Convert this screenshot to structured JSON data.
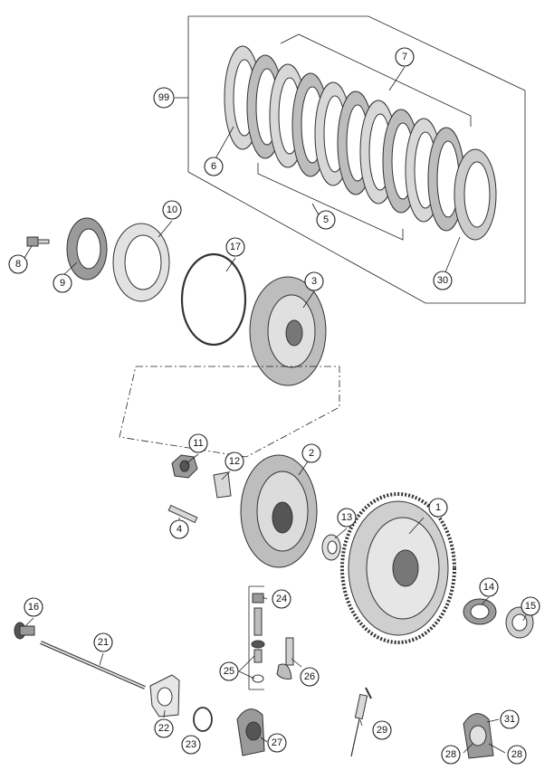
{
  "colors": {
    "line": "#333333",
    "metal": "#9a9a9a",
    "light": "#d8d8d8",
    "dark": "#555555"
  },
  "callouts": [
    {
      "label": "1"
    },
    {
      "label": "2"
    },
    {
      "label": "3"
    },
    {
      "label": "4"
    },
    {
      "label": "5"
    },
    {
      "label": "6"
    },
    {
      "label": "7"
    },
    {
      "label": "8"
    },
    {
      "label": "9"
    },
    {
      "label": "10"
    },
    {
      "label": "11"
    },
    {
      "label": "12"
    },
    {
      "label": "13"
    },
    {
      "label": "14"
    },
    {
      "label": "15"
    },
    {
      "label": "16"
    },
    {
      "label": "17"
    },
    {
      "label": "21"
    },
    {
      "label": "22"
    },
    {
      "label": "23"
    },
    {
      "label": "24"
    },
    {
      "label": "25"
    },
    {
      "label": "26"
    },
    {
      "label": "27"
    },
    {
      "label": "28"
    },
    {
      "label": "28"
    },
    {
      "label": "29"
    },
    {
      "label": "30"
    },
    {
      "label": "31"
    },
    {
      "label": "99"
    }
  ]
}
